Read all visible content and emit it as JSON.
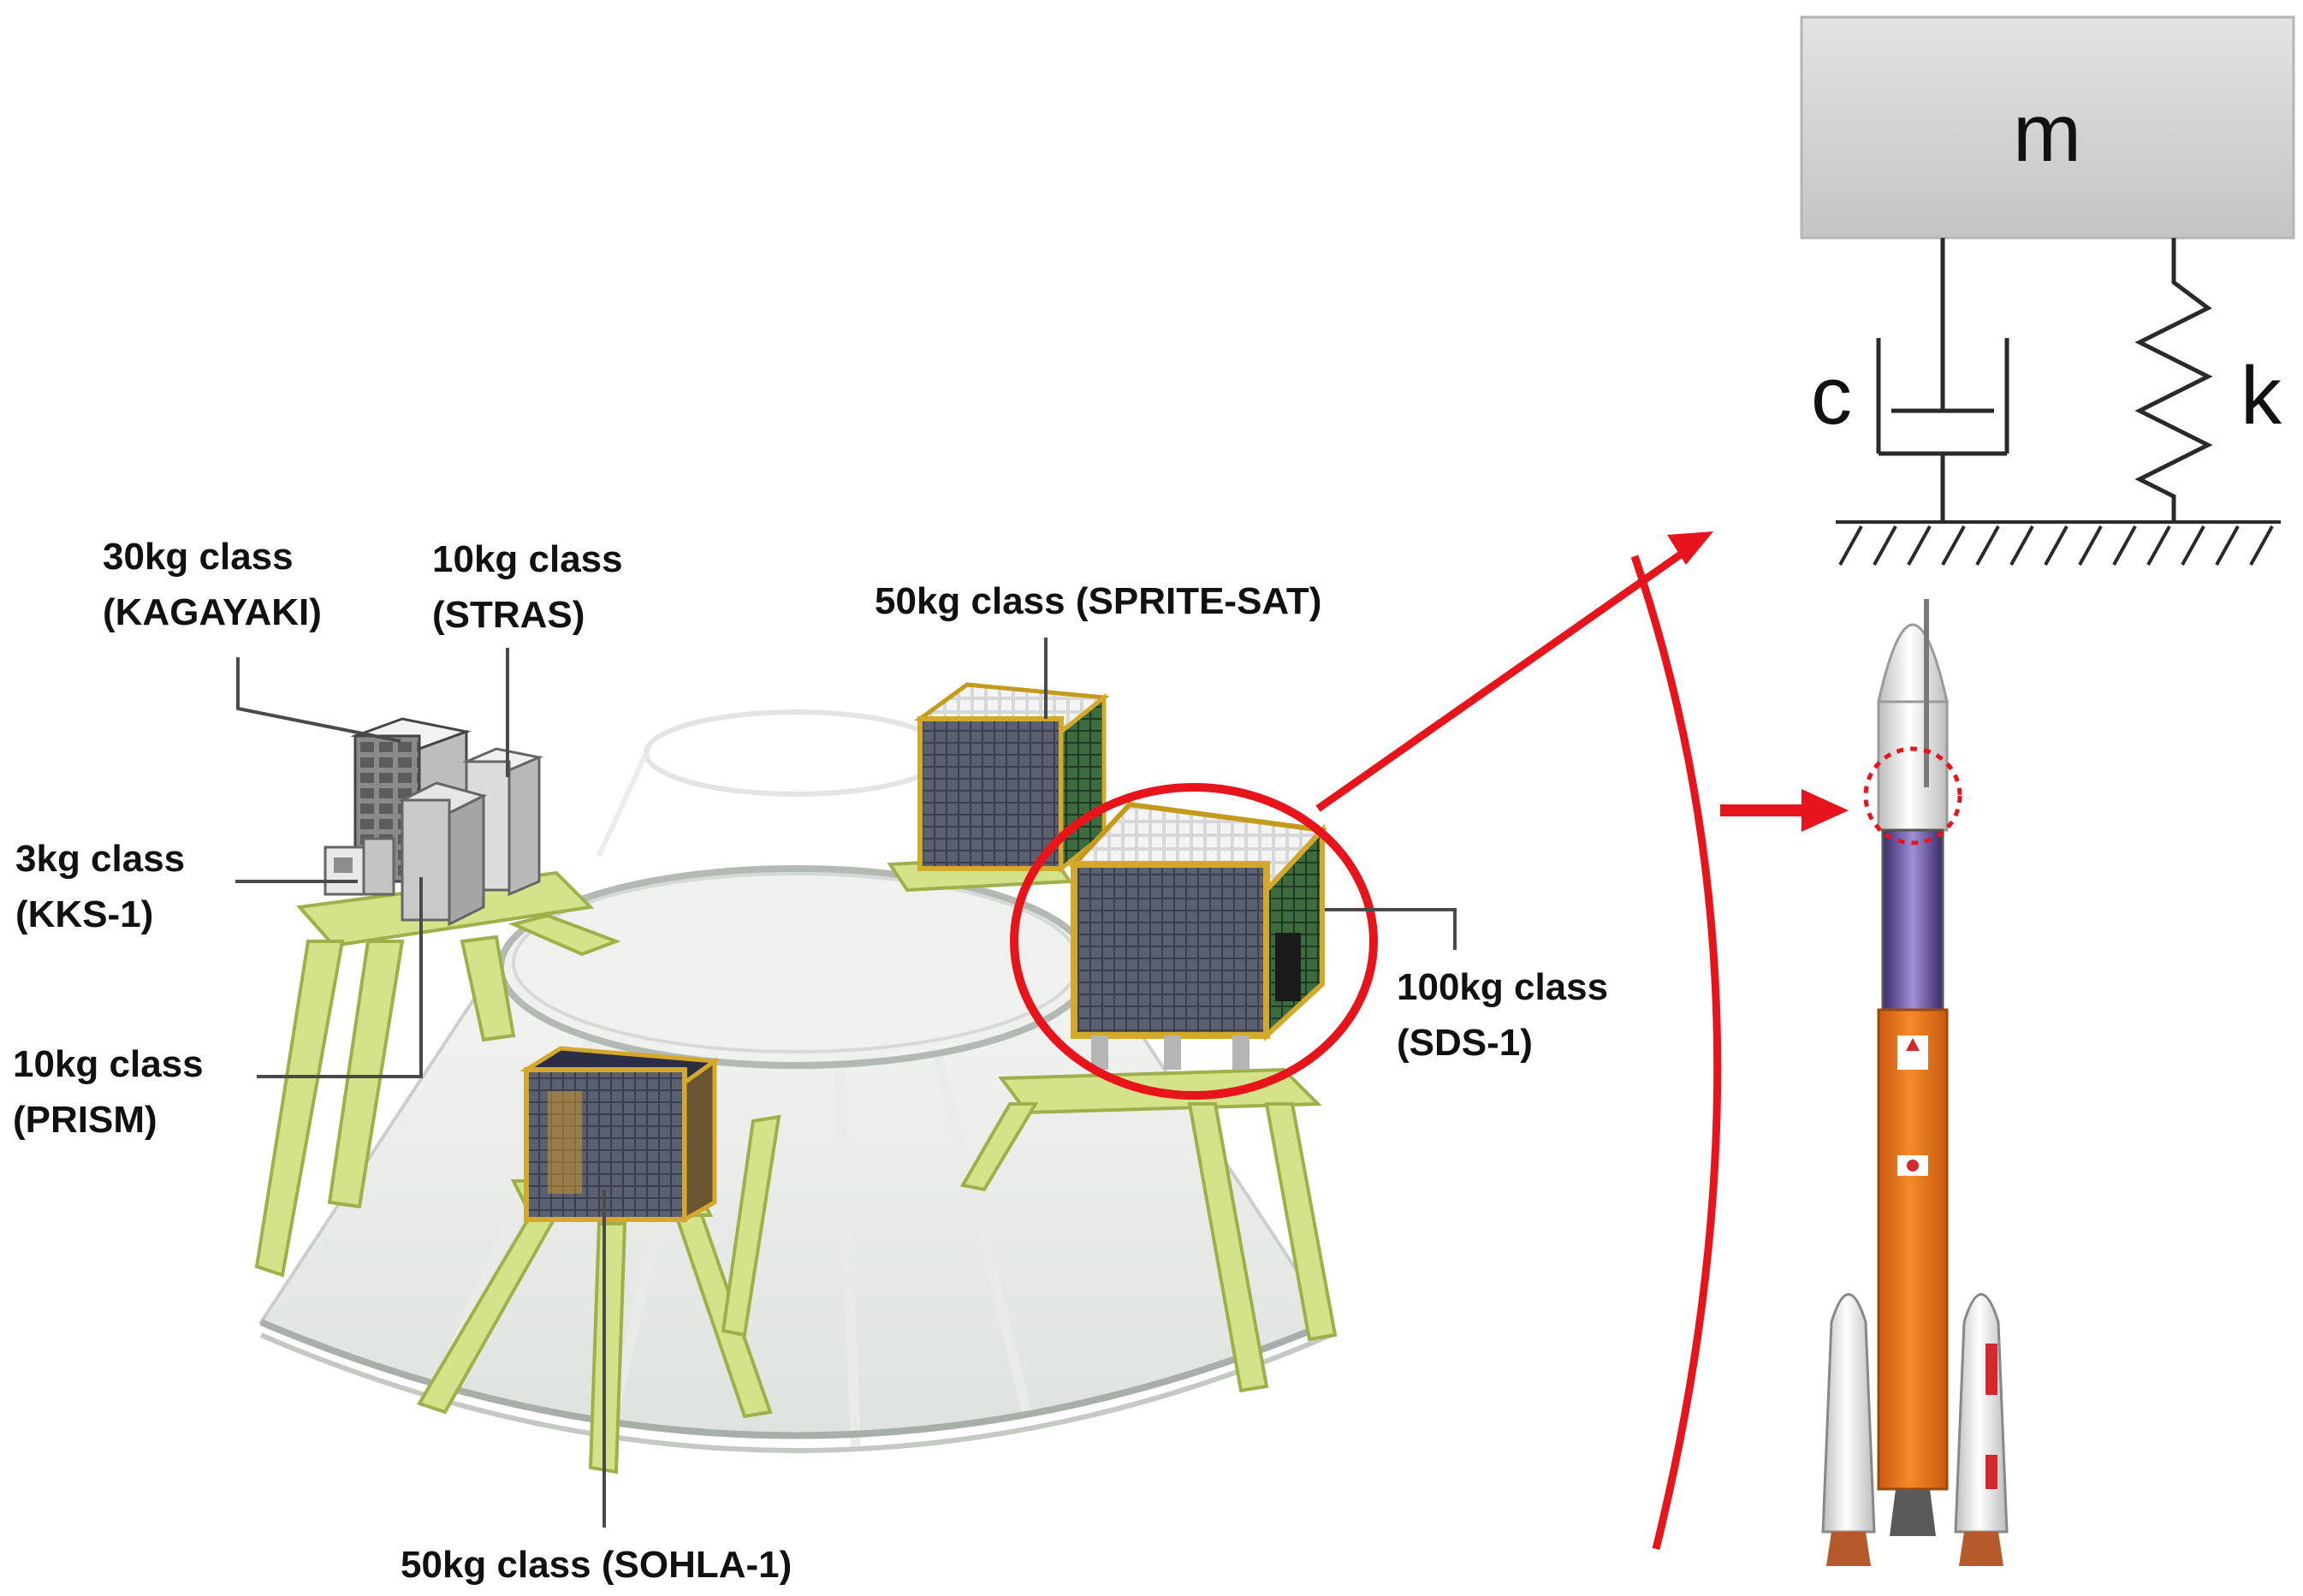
{
  "satellites": {
    "kagayaki": {
      "class": "30kg class",
      "name": "(KAGAYAKI)"
    },
    "stras": {
      "class": "10kg class",
      "name": "(STRAS)"
    },
    "kks1": {
      "class": "3kg class",
      "name": "(KKS-1)"
    },
    "prism": {
      "class": "10kg class",
      "name": "(PRISM)"
    },
    "sprite_sat": {
      "label": "50kg class (SPRITE-SAT)"
    },
    "sds1": {
      "class": "100kg class",
      "name": "(SDS-1)"
    },
    "sohla1": {
      "label": "50kg class (SOHLA-1)"
    }
  },
  "model": {
    "mass_symbol": "m",
    "damper_symbol": "c",
    "spring_symbol": "k"
  },
  "colors": {
    "highlight": "#e8141b",
    "frame": "#c9dc7a",
    "mass_box": "#d0d0d0",
    "rocket_orange": "#f07a1a"
  }
}
